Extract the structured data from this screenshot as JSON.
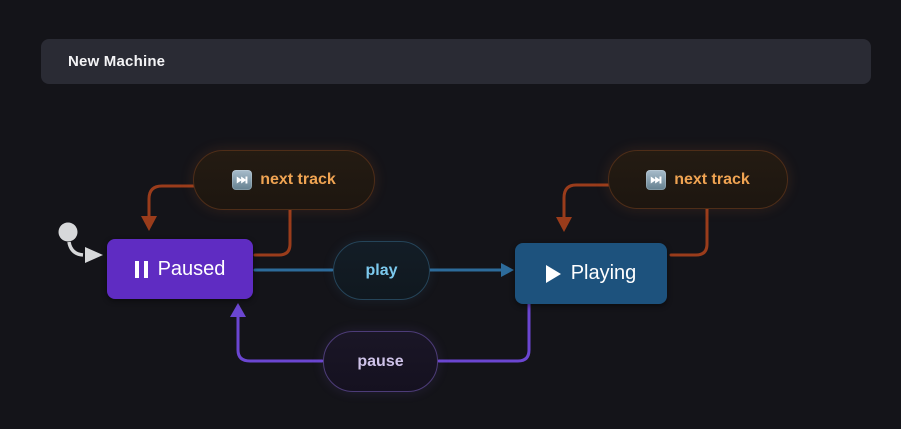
{
  "header": {
    "title": "New Machine"
  },
  "diagram": {
    "initial_state": "Paused",
    "states": [
      {
        "label": "Paused",
        "icon": "pause-icon",
        "color": "#5f2cc2"
      },
      {
        "label": "Playing",
        "icon": "play-icon",
        "color": "#1d527d"
      }
    ],
    "events": [
      {
        "label": "next track",
        "icon": "next-track-emoji-icon",
        "from": "Paused",
        "to": "Paused",
        "accent": "#9a3c1b"
      },
      {
        "label": "next track",
        "icon": "next-track-emoji-icon",
        "from": "Playing",
        "to": "Playing",
        "accent": "#9a3c1b"
      },
      {
        "label": "play",
        "from": "Paused",
        "to": "Playing",
        "accent": "#2d6b9a"
      },
      {
        "label": "pause",
        "from": "Playing",
        "to": "Paused",
        "accent": "#6b46d1"
      }
    ],
    "edge_colors": {
      "self_transition": "#9a3c1b",
      "play": "#2d6b9a",
      "pause": "#6b46d1",
      "initial_marker": "#d7d8da"
    }
  }
}
